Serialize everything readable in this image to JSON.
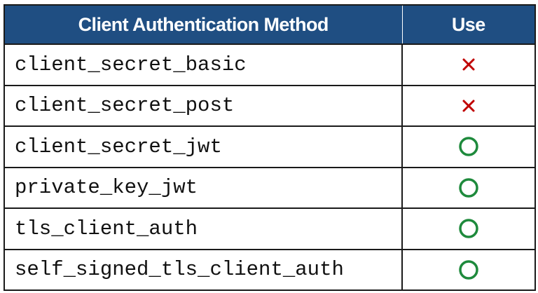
{
  "table": {
    "headers": {
      "method": "Client Authentication Method",
      "use": "Use"
    },
    "rows": [
      {
        "method": "client_secret_basic",
        "use": "no",
        "use_icon": "cross-icon"
      },
      {
        "method": "client_secret_post",
        "use": "no",
        "use_icon": "cross-icon"
      },
      {
        "method": "client_secret_jwt",
        "use": "yes",
        "use_icon": "circle-icon"
      },
      {
        "method": "private_key_jwt",
        "use": "yes",
        "use_icon": "circle-icon"
      },
      {
        "method": "tls_client_auth",
        "use": "yes",
        "use_icon": "circle-icon"
      },
      {
        "method": "self_signed_tls_client_auth",
        "use": "yes",
        "use_icon": "circle-icon"
      }
    ]
  },
  "colors": {
    "header_bg": "#1f4e82",
    "header_text": "#ffffff",
    "cross": "#c00000",
    "circle": "#1e8a3c",
    "border": "#1a1a1a"
  }
}
